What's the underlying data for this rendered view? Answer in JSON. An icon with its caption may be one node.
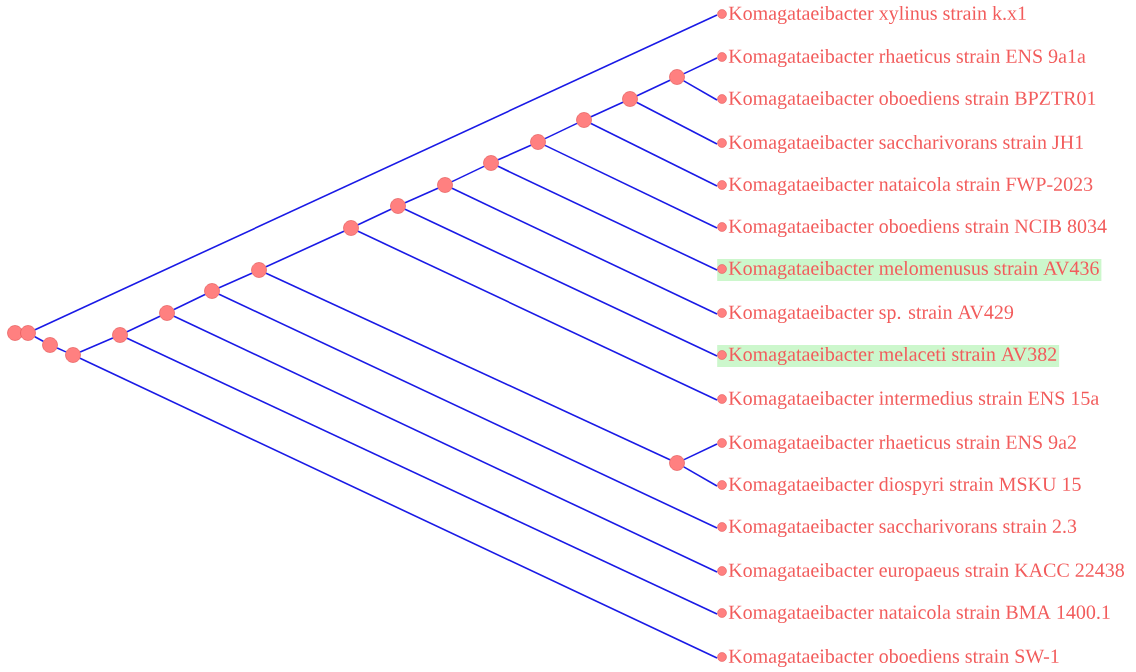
{
  "diagram": {
    "nodes": [
      {
        "text": [
          "Komagataeibacter xylinus strain k.x1"
        ]
      },
      {
        "text": [
          "Komagataeibacter rhaeticus strain ENS 9a1a"
        ]
      },
      {
        "text": [
          "Komagataeibacter oboediens strain BPZTR01"
        ]
      },
      {
        "text": [
          "Komagataeibacter saccharivorans strain JH1"
        ]
      },
      {
        "text": [
          "Komagataeibacter nataicola strain FWP-2023"
        ]
      },
      {
        "text": [
          "Komagataeibacter oboediens strain NCIB 8034"
        ]
      },
      {
        "text": [
          "Komagataeibacter melomenusus strain AV436"
        ]
      },
      {
        "text": [
          "Komagataeibacter sp. strain AV429"
        ]
      },
      {
        "text": [
          "Komagataeibacter melaceti strain AV382"
        ]
      },
      {
        "text": [
          "Komagataeibacter intermedius strain ENS 15a"
        ]
      },
      {
        "text": [
          "Komagataeibacter rhaeticus strain ENS 9a2"
        ]
      },
      {
        "text": [
          "Komagataeibacter diospyri strain MSKU 15"
        ]
      },
      {
        "text": [
          "Komagataeibacter saccharivorans strain 2.3"
        ]
      },
      {
        "text": [
          "Komagataeibacter europaeus strain KACC 22438"
        ]
      },
      {
        "text": [
          "Komagataeibacter nataicola strain BMA 1400.1"
        ]
      },
      {
        "text": [
          "Komagataeibacter oboediens strain SW-1"
        ]
      },
      {
        "text": [],
        "shape": "circle"
      },
      {
        "text": [],
        "shape": "circle"
      },
      {
        "text": [],
        "shape": "circle"
      },
      {
        "text": [],
        "shape": "circle"
      },
      {
        "text": [],
        "shape": "circle"
      },
      {
        "text": [],
        "shape": "circle"
      },
      {
        "text": [],
        "shape": "circle"
      },
      {
        "text": [],
        "shape": "circle"
      },
      {
        "text": [],
        "shape": "circle"
      },
      {
        "text": [],
        "shape": "circle"
      },
      {
        "text": [],
        "shape": "circle"
      },
      {
        "text": [],
        "shape": "circle"
      },
      {
        "text": [],
        "shape": "circle"
      },
      {
        "text": [],
        "shape": "circle"
      },
      {
        "text": [],
        "shape": "circle"
      },
      {
        "text": [],
        "shape": "circle"
      },
      {
        "text": [],
        "shape": "circle"
      }
    ],
    "edges": [
      {
        "from": 17,
        "to": 0,
        "arrow": "none"
      },
      {
        "from": 17,
        "to": 18,
        "arrow": "none"
      },
      {
        "from": 18,
        "to": 19,
        "arrow": "none"
      },
      {
        "from": 19,
        "to": 15,
        "arrow": "none"
      },
      {
        "from": 19,
        "to": 20,
        "arrow": "none"
      },
      {
        "from": 20,
        "to": 14,
        "arrow": "none"
      },
      {
        "from": 20,
        "to": 21,
        "arrow": "none"
      },
      {
        "from": 21,
        "to": 13,
        "arrow": "none"
      },
      {
        "from": 21,
        "to": 22,
        "arrow": "none"
      },
      {
        "from": 22,
        "to": 12,
        "arrow": "none"
      },
      {
        "from": 22,
        "to": 23,
        "arrow": "none"
      },
      {
        "from": 23,
        "to": 32,
        "arrow": "none"
      },
      {
        "from": 32,
        "to": 10,
        "arrow": "none"
      },
      {
        "from": 32,
        "to": 11,
        "arrow": "none"
      },
      {
        "from": 23,
        "to": 24,
        "arrow": "none"
      },
      {
        "from": 24,
        "to": 9,
        "arrow": "none"
      },
      {
        "from": 24,
        "to": 25,
        "arrow": "none"
      },
      {
        "from": 25,
        "to": 8,
        "arrow": "none"
      },
      {
        "from": 25,
        "to": 26,
        "arrow": "none"
      },
      {
        "from": 26,
        "to": 7,
        "arrow": "none"
      },
      {
        "from": 26,
        "to": 27,
        "arrow": "none"
      },
      {
        "from": 27,
        "to": 6,
        "arrow": "none"
      },
      {
        "from": 27,
        "to": 28,
        "arrow": "none"
      },
      {
        "from": 28,
        "to": 5,
        "arrow": "none"
      },
      {
        "from": 28,
        "to": 29,
        "arrow": "none"
      },
      {
        "from": 29,
        "to": 4,
        "arrow": "none"
      },
      {
        "from": 29,
        "to": 30,
        "arrow": "none"
      },
      {
        "from": 30,
        "to": 3,
        "arrow": "none"
      },
      {
        "from": 30,
        "to": 31,
        "arrow": "none"
      },
      {
        "from": 31,
        "to": 1,
        "arrow": "none"
      },
      {
        "from": 31,
        "to": 2,
        "arrow": "none"
      }
    ]
  }
}
